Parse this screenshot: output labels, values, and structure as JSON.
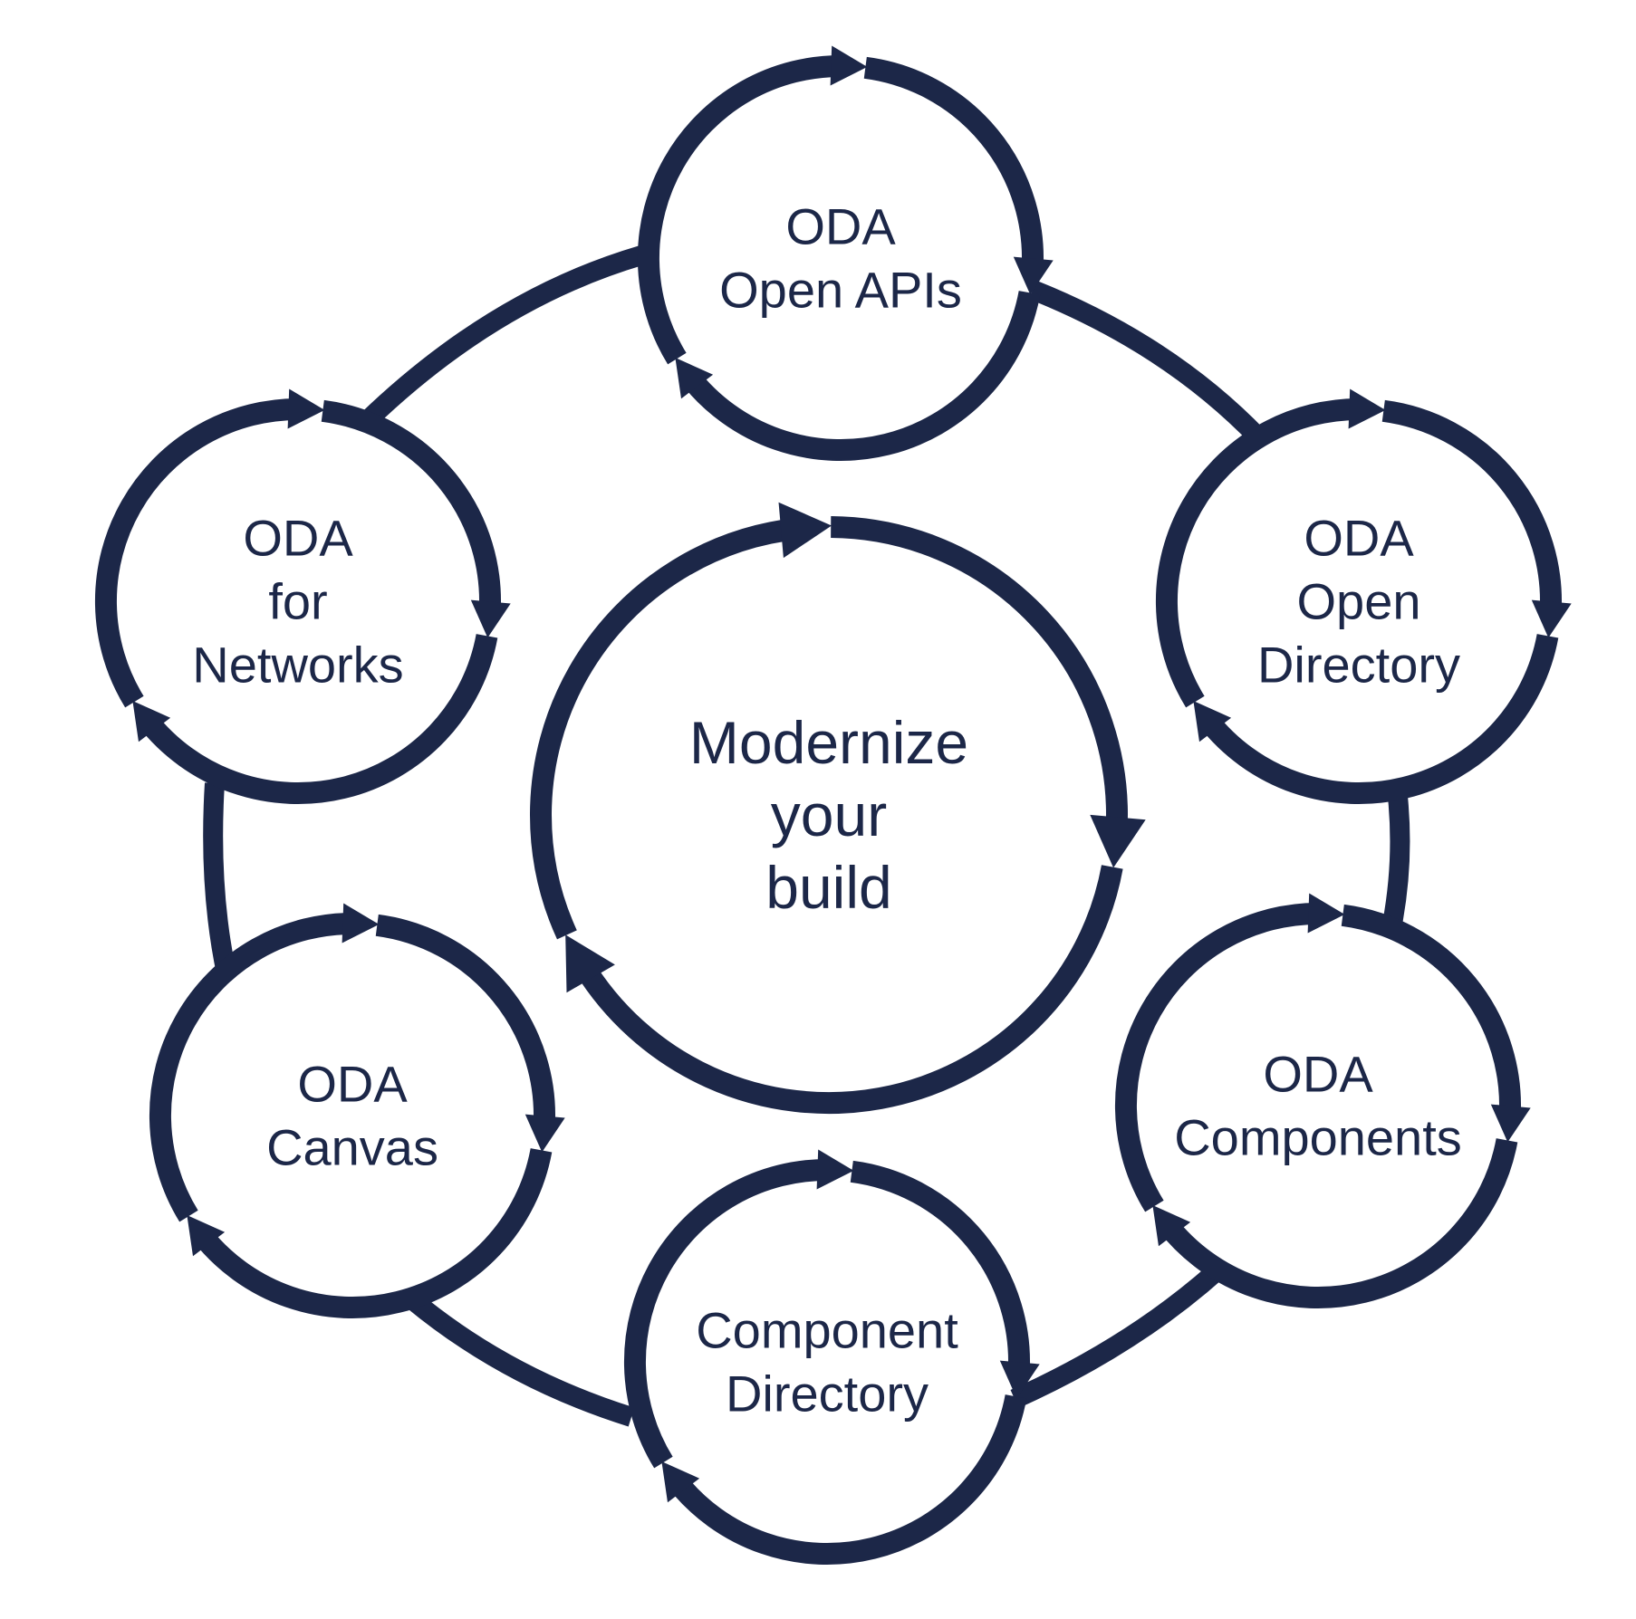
{
  "colors": {
    "stroke": "#1c2748",
    "text": "#1c2748",
    "background": "#ffffff"
  },
  "hub": {
    "lines": [
      "Modernize",
      "your",
      "build"
    ]
  },
  "nodes": [
    {
      "id": "open-apis",
      "lines": [
        "ODA",
        "Open APIs"
      ]
    },
    {
      "id": "open-directory",
      "lines": [
        "ODA",
        "Open",
        "Directory"
      ]
    },
    {
      "id": "components",
      "lines": [
        "ODA",
        "Components"
      ]
    },
    {
      "id": "component-directory",
      "lines": [
        "Component",
        "Directory"
      ]
    },
    {
      "id": "canvas",
      "lines": [
        "ODA",
        "Canvas"
      ]
    },
    {
      "id": "for-networks",
      "lines": [
        "ODA",
        "for",
        "Networks"
      ]
    }
  ],
  "cycle_direction": "clockwise"
}
